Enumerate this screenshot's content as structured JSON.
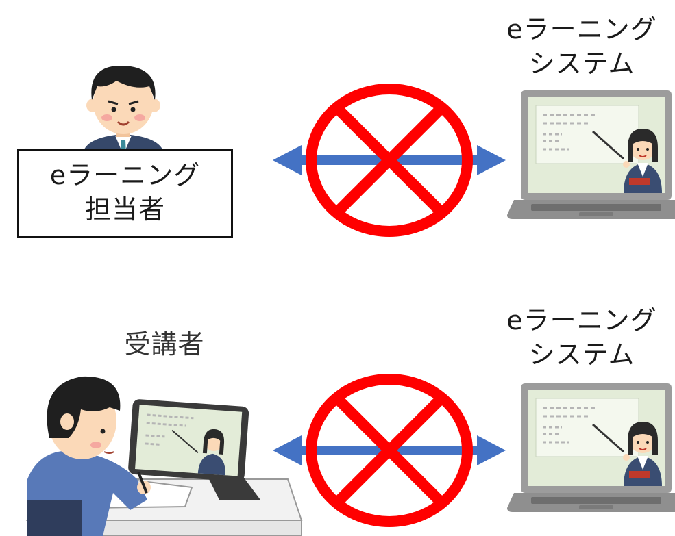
{
  "scene_top": {
    "system_label": [
      "eラーニング",
      "システム"
    ],
    "admin_label": [
      "eラーニング",
      "担当者"
    ]
  },
  "scene_bottom": {
    "system_label": [
      "eラーニング",
      "システム"
    ],
    "learner_label": "受講者"
  },
  "colors": {
    "arrow": "#4472c4",
    "prohibit": "#ff0000",
    "laptop_body": "#a6a6a6",
    "screen": "#e2ecd6",
    "suit": "#36486a",
    "hair": "#1f1f1f",
    "skin": "#fbd9b8"
  },
  "icons": [
    "admin-person-icon",
    "laptop-teacher-icon",
    "student-tablet-icon",
    "prohibit-icon",
    "double-arrow-icon"
  ]
}
